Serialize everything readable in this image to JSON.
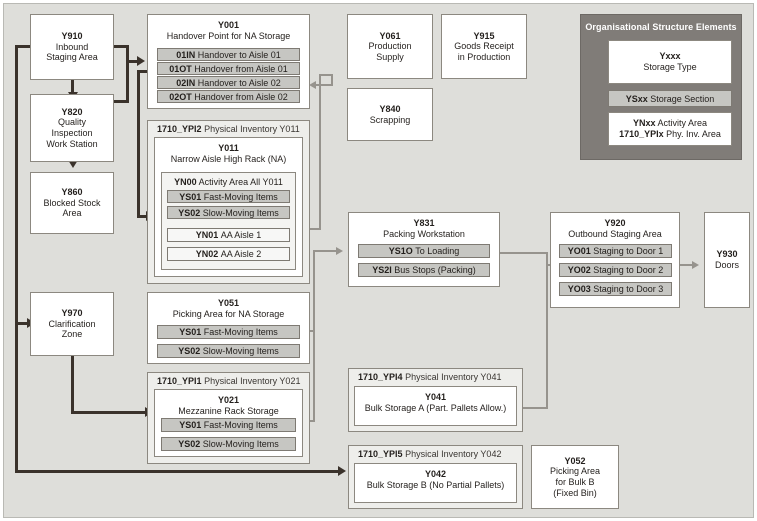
{
  "legend": {
    "title": "Organisational Structure Elements",
    "storage_type": {
      "code": "Yxxx",
      "label": "Storage Type"
    },
    "storage_section": {
      "code": "YSxx",
      "label": "Storage Section"
    },
    "activity_area": {
      "code": "YNxx",
      "label": "Activity Area"
    },
    "phys_inv_area": {
      "code": "1710_YPIx",
      "label": "Phy. Inv. Area"
    }
  },
  "nodes": {
    "y910": {
      "code": "Y910",
      "line1": "Inbound",
      "line2": "Staging Area"
    },
    "y820": {
      "code": "Y820",
      "line1": "Quality",
      "line2": "Inspection",
      "line3": "Work Station"
    },
    "y860": {
      "code": "Y860",
      "line1": "Blocked Stock",
      "line2": "Area"
    },
    "y970": {
      "code": "Y970",
      "line1": "Clarification",
      "line2": "Zone"
    },
    "y061": {
      "code": "Y061",
      "line1": "Production",
      "line2": "Supply"
    },
    "y915": {
      "code": "Y915",
      "line1": "Goods Receipt",
      "line2": "in Production"
    },
    "y840": {
      "code": "Y840",
      "line1": "Scrapping"
    },
    "y930": {
      "code": "Y930",
      "line1": "Doors"
    },
    "y052": {
      "code": "Y052",
      "line1": "Picking Area",
      "line2": "for Bulk B",
      "line3": "(Fixed Bin)"
    }
  },
  "y001": {
    "code": "Y001",
    "label": "Handover Point for NA Storage",
    "sections": [
      {
        "code": "01IN",
        "label": "Handover to Aisle 01"
      },
      {
        "code": "01OT",
        "label": "Handover from Aisle 01"
      },
      {
        "code": "02IN",
        "label": "Handover to Aisle 02"
      },
      {
        "code": "02OT",
        "label": "Handover from Aisle 02"
      }
    ]
  },
  "ypi2": {
    "pi_code": "1710_YPI2",
    "pi_label": "Physical Inventory Y011",
    "code": "Y011",
    "label": "Narrow Aisle High Rack (NA)",
    "aa_code": "YN00",
    "aa_label": "Activity Area All Y011",
    "sections": [
      {
        "code": "YS01",
        "label": "Fast-Moving Items"
      },
      {
        "code": "YS02",
        "label": "Slow-Moving Items"
      }
    ],
    "aisles": [
      {
        "code": "YN01",
        "label": "AA Aisle 1"
      },
      {
        "code": "YN02",
        "label": "AA Aisle 2"
      }
    ]
  },
  "y051": {
    "code": "Y051",
    "label": "Picking Area for NA Storage",
    "sections": [
      {
        "code": "YS01",
        "label": "Fast-Moving Items"
      },
      {
        "code": "YS02",
        "label": "Slow-Moving Items"
      }
    ]
  },
  "ypi1": {
    "pi_code": "1710_YPI1",
    "pi_label": "Physical Inventory Y021",
    "code": "Y021",
    "label": "Mezzanine Rack Storage",
    "sections": [
      {
        "code": "YS01",
        "label": "Fast-Moving Items"
      },
      {
        "code": "YS02",
        "label": "Slow-Moving Items"
      }
    ]
  },
  "y831": {
    "code": "Y831",
    "label": "Packing Workstation",
    "sections": [
      {
        "code": "YS1O",
        "label": "To Loading"
      },
      {
        "code": "YS2I",
        "label": "Bus Stops (Packing)"
      }
    ]
  },
  "y920": {
    "code": "Y920",
    "label": "Outbound Staging Area",
    "sections": [
      {
        "code": "YO01",
        "label": "Staging to Door 1"
      },
      {
        "code": "YO02",
        "label": "Staging to Door 2"
      },
      {
        "code": "YO03",
        "label": "Staging to Door 3"
      }
    ]
  },
  "ypi4": {
    "pi_code": "1710_YPI4",
    "pi_label": "Physical Inventory Y041",
    "code": "Y041",
    "label": "Bulk Storage A (Part. Pallets Allow.)"
  },
  "ypi5": {
    "pi_code": "1710_YPI5",
    "pi_label": "Physical Inventory Y042",
    "code": "Y042",
    "label": "Bulk Storage B (No Partial Pallets)"
  },
  "colors": {
    "page_bg": "#dededa",
    "box_bg": "#ffffff",
    "box_border": "#8c8880",
    "section_chip": "#c6c6c2",
    "legend_bg": "#807c78",
    "dark_line": "#3a322b",
    "grey_line": "#96938d",
    "text": "#231f1c"
  }
}
